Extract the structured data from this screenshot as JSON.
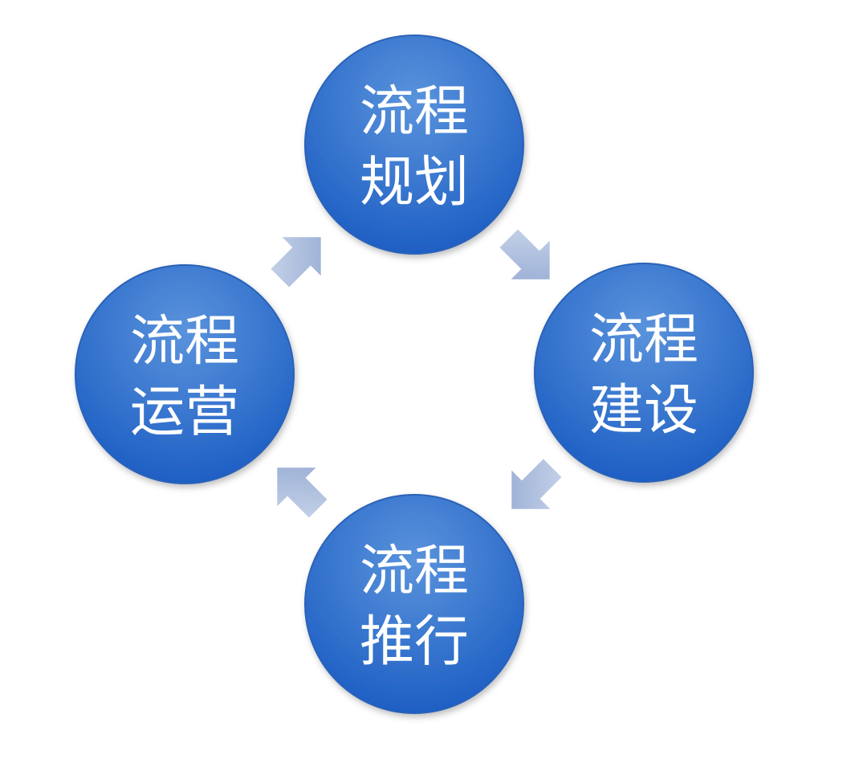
{
  "diagram": {
    "type": "cycle",
    "direction": "clockwise",
    "nodes": [
      {
        "id": "planning",
        "lines": [
          "流程",
          "规划"
        ]
      },
      {
        "id": "building",
        "lines": [
          "流程",
          "建设"
        ]
      },
      {
        "id": "promotion",
        "lines": [
          "流程",
          "推行"
        ]
      },
      {
        "id": "operation",
        "lines": [
          "流程",
          "运营"
        ]
      }
    ],
    "edges": [
      {
        "from": "planning",
        "to": "building"
      },
      {
        "from": "building",
        "to": "promotion"
      },
      {
        "from": "promotion",
        "to": "operation"
      },
      {
        "from": "operation",
        "to": "planning"
      }
    ],
    "colors": {
      "node_fill_top": "#5a93dc",
      "node_fill_bottom": "#1e5fc4",
      "node_stroke": "#2a62b8",
      "arrow_fill_light": "#c9d5ea",
      "arrow_fill_dark": "#93a9d2",
      "label": "#ffffff"
    }
  }
}
